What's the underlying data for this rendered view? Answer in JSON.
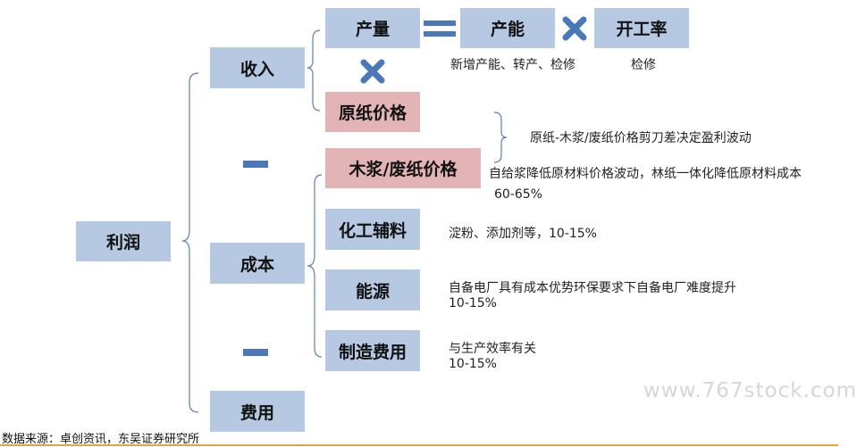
{
  "nodes": {
    "profit": "利润",
    "revenue": "收入",
    "cost": "成本",
    "expense": "费用",
    "output": "产量",
    "capacity": "产能",
    "utilization": "开工率",
    "paper_price": "原纸价格",
    "pulp_price": "木浆/废纸价格",
    "chemicals": "化工辅料",
    "energy": "能源",
    "manufacturing": "制造费用"
  },
  "notes": {
    "capacity": "新增产能、转产、检修",
    "utilization": "检修",
    "spread": "原纸-木浆/废纸价格剪刀差决定盈利波动",
    "pulp_line1": "自给浆降低原材料价格波动，林纸一体化降低原材料成本",
    "pulp_line2": "60-65%",
    "chemicals": "淀粉、添加剂等，10-15%",
    "energy_line1": "自备电厂具有成本优势环保要求下自备电厂难度提升",
    "energy_line2": "10-15%",
    "manufacturing_line1": "与生产效率有关",
    "manufacturing_line2": "10-15%"
  },
  "colors": {
    "box_blue": "#b7c9e2",
    "box_pink": "#e3b4b5",
    "operator": "#4a78b8",
    "rule": "#e6a23c"
  },
  "watermark": "www.767stock.com",
  "source": "数据来源：卓创资讯，东吴证券研究所"
}
